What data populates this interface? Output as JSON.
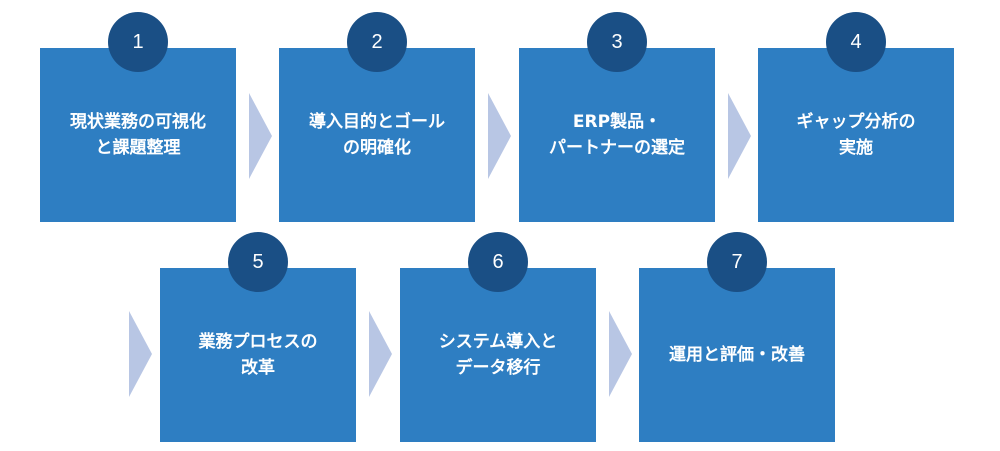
{
  "steps": [
    {
      "number": "1",
      "label": "現状業務の可視化\nと課題整理"
    },
    {
      "number": "2",
      "label": "導入目的とゴール\nの明確化"
    },
    {
      "number": "3",
      "label": "ERP製品・\nパートナーの選定"
    },
    {
      "number": "4",
      "label": "ギャップ分析の\n実施"
    },
    {
      "number": "5",
      "label": "業務プロセスの\n改革"
    },
    {
      "number": "6",
      "label": "システム導入と\nデータ移行"
    },
    {
      "number": "7",
      "label": "運用と評価・改善"
    }
  ],
  "colors": {
    "box": "#2e7ec2",
    "badge": "#1a4f85",
    "arrow": "#b8c6e4",
    "text": "#ffffff"
  }
}
